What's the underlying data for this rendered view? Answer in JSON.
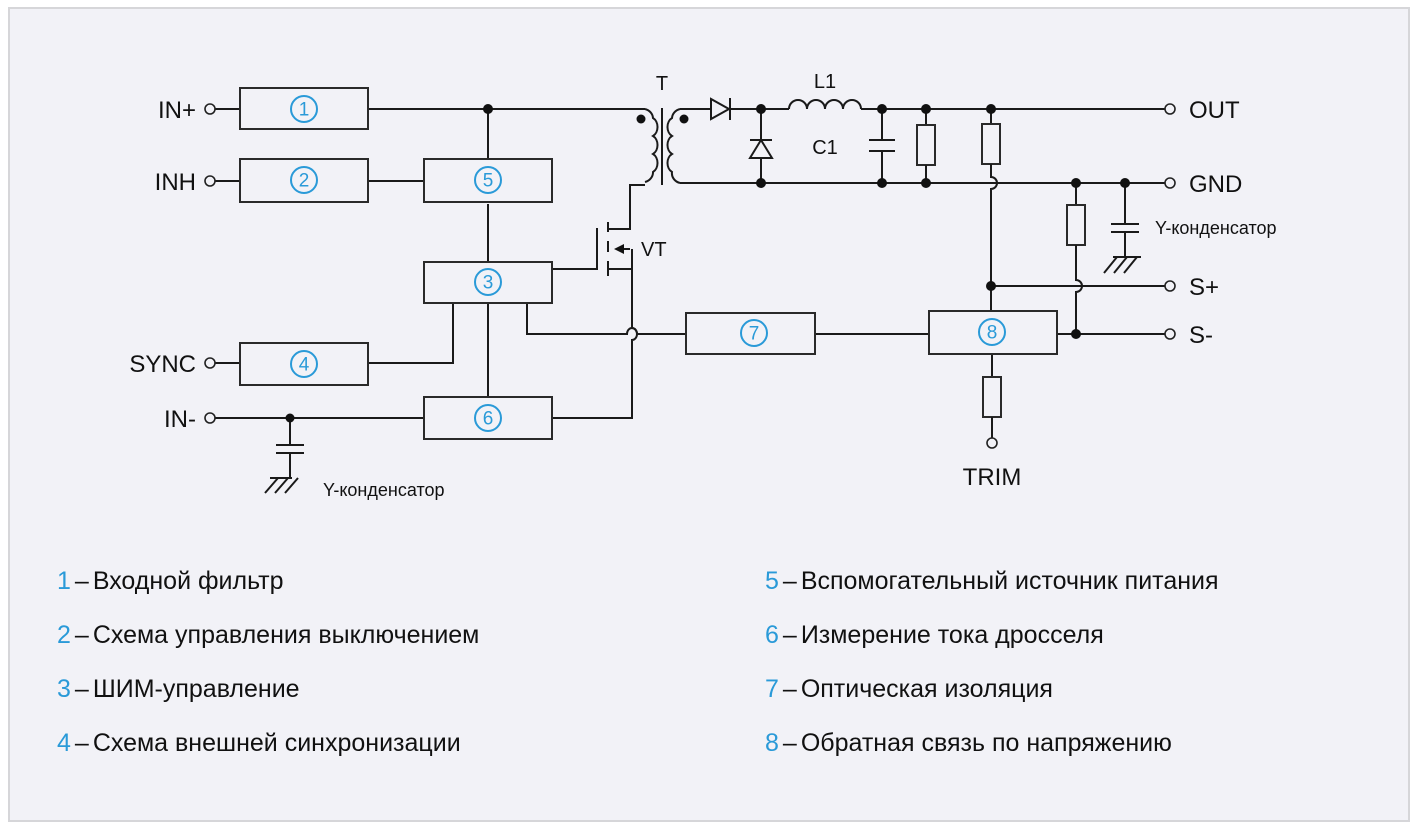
{
  "blocks": [
    {
      "id": "1",
      "label": "①"
    },
    {
      "id": "2",
      "label": "②"
    },
    {
      "id": "3",
      "label": "③"
    },
    {
      "id": "4",
      "label": "④"
    },
    {
      "id": "5",
      "label": "⑤"
    },
    {
      "id": "6",
      "label": "⑥"
    },
    {
      "id": "7",
      "label": "⑦"
    },
    {
      "id": "8",
      "label": "⑧"
    }
  ],
  "terminals": {
    "in_plus": "IN+",
    "inh": "INH",
    "sync": "SYNC",
    "in_minus": "IN-",
    "out": "OUT",
    "gnd": "GND",
    "s_plus": "S+",
    "s_minus": "S-",
    "trim": "TRIM"
  },
  "components": {
    "transformer": "T",
    "inductor": "L1",
    "capacitor": "C1",
    "transistor": "VT",
    "y_cap_input": "Y-конденсатор",
    "y_cap_output": "Y-конденсатор"
  },
  "colors": {
    "accent": "#2a9ad8",
    "background": "#f2f2f7",
    "line": "#1a1a1a"
  },
  "legend": {
    "left": [
      {
        "num": "1",
        "dash": "–",
        "text": "Входной фильтр"
      },
      {
        "num": "2",
        "dash": "–",
        "text": "Схема управления выключением"
      },
      {
        "num": "3",
        "dash": "–",
        "text": "ШИМ-управление"
      },
      {
        "num": "4",
        "dash": "–",
        "text": "Схема внешней синхронизации"
      }
    ],
    "right": [
      {
        "num": "5",
        "dash": "–",
        "text": "Вспомогательный источник питания"
      },
      {
        "num": "6",
        "dash": "–",
        "text": "Измерение тока дросселя"
      },
      {
        "num": "7",
        "dash": "–",
        "text": "Оптическая изоляция"
      },
      {
        "num": "8",
        "dash": "–",
        "text": "Обратная связь по напряжению"
      }
    ]
  }
}
